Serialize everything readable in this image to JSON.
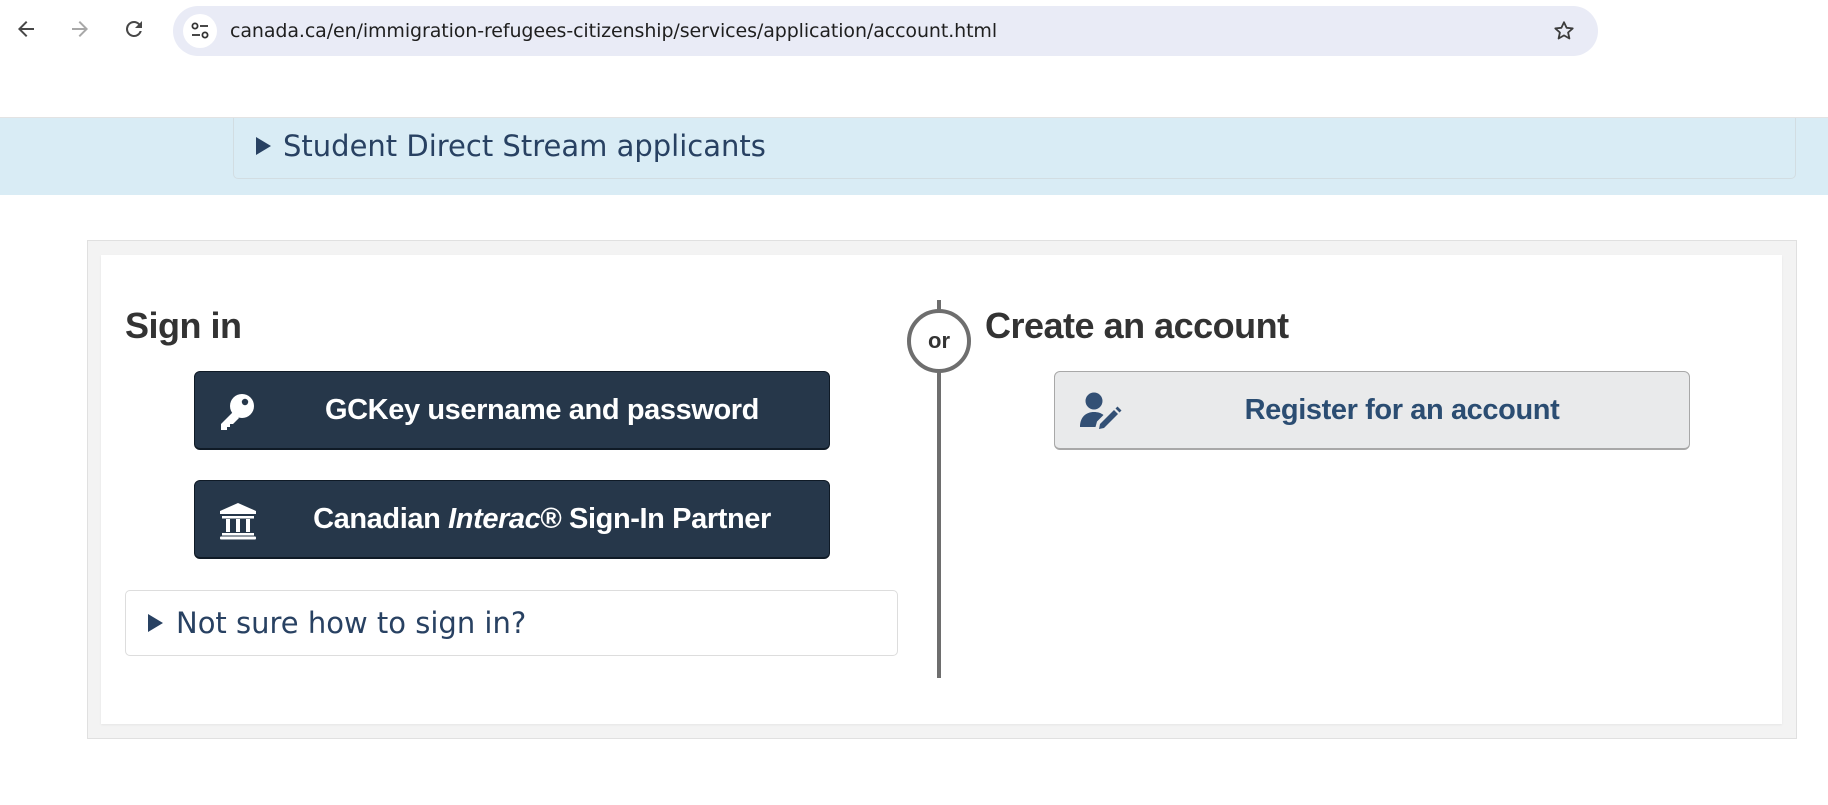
{
  "browser": {
    "url": "canada.ca/en/immigration-refugees-citizenship/services/application/account.html",
    "back_label": "Back",
    "forward_label": "Forward",
    "reload_label": "Reload",
    "bookmark_label": "Bookmark this tab"
  },
  "band": {
    "summary": "Student Direct Stream applicants"
  },
  "sign_in": {
    "heading": "Sign in",
    "gckey_button": {
      "label": "GCKey username and password",
      "icon": "key-icon"
    },
    "interac_button": {
      "label_prefix": "Canadian ",
      "label_italic": "Interac",
      "label_suffix": "® Sign-In Partner",
      "icon": "bank-icon"
    },
    "help_summary": "Not sure how to sign in?"
  },
  "separator": {
    "label": "or"
  },
  "create_account": {
    "heading": "Create an account",
    "register_button": {
      "label": "Register for an account",
      "icon": "user-edit-icon"
    }
  },
  "colors": {
    "dark_button": "#26374a",
    "link_blue": "#284162",
    "band_bg": "#d9ecf5",
    "light_button": "#e9eaeb",
    "omnibox_bg": "#e9ebf6"
  }
}
